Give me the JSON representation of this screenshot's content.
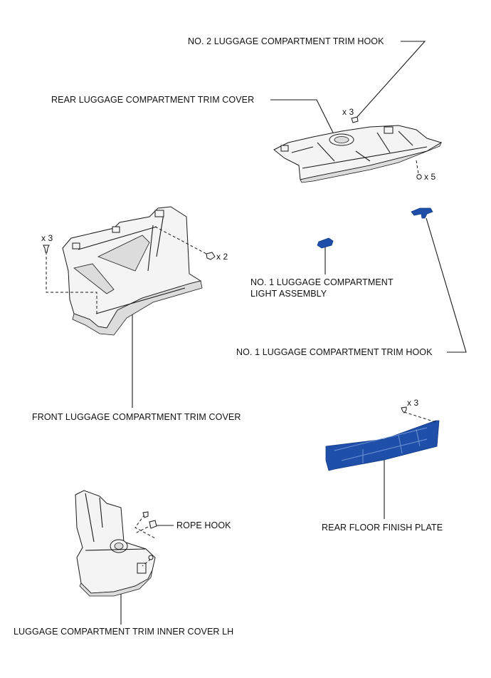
{
  "colors": {
    "line": "#1a1a1a",
    "part_fill": "#f4f4f4",
    "part_shade": "#dcdcdc",
    "highlight": "#1f4fa8",
    "highlight_dark": "#123a85"
  },
  "labels": {
    "no2_trim_hook": "NO. 2 LUGGAGE COMPARTMENT TRIM HOOK",
    "rear_trim_cover": "REAR LUGGAGE COMPARTMENT TRIM COVER",
    "light_assembly_line1": "NO. 1 LUGGAGE COMPARTMENT",
    "light_assembly_line2": "LIGHT ASSEMBLY",
    "no1_trim_hook": "NO. 1 LUGGAGE COMPARTMENT TRIM HOOK",
    "front_trim_cover": "FRONT LUGGAGE COMPARTMENT TRIM COVER",
    "rope_hook": "ROPE HOOK",
    "rear_floor_finish_plate": "REAR FLOOR FINISH PLATE",
    "inner_cover_lh": "LUGGAGE COMPARTMENT TRIM INNER COVER LH"
  },
  "quantities": {
    "rear_cover_hooks": "x 3",
    "rear_cover_clips": "x 5",
    "front_cover_clips_left": "x 3",
    "front_cover_clips_right": "x 2",
    "finish_plate_clips": "x 3"
  },
  "icons": [
    "clip-icon",
    "trim-hook-icon",
    "light-assembly-icon"
  ]
}
